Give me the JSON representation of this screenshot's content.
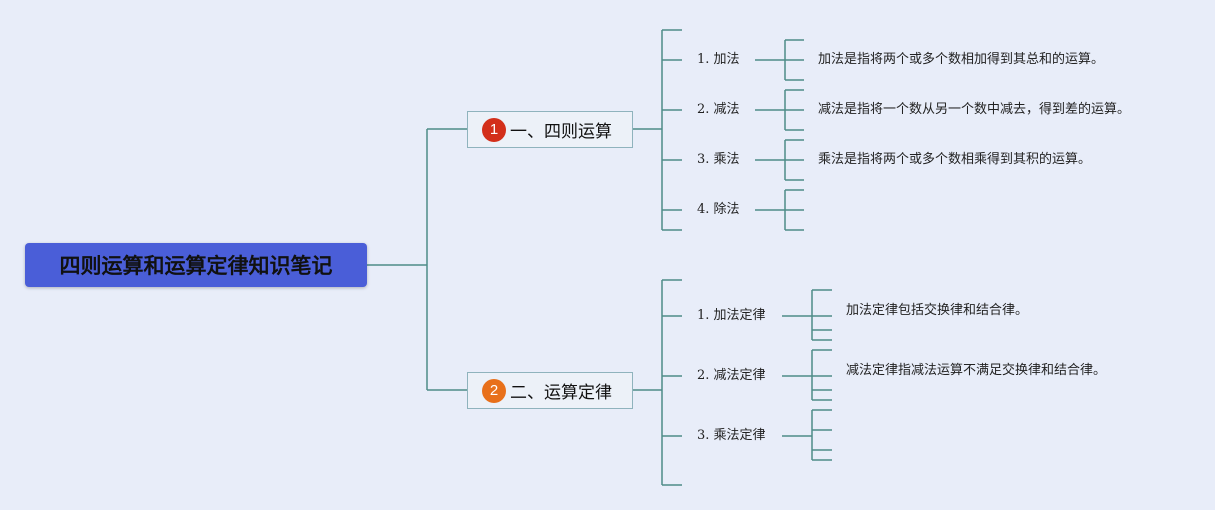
{
  "root": {
    "label": "四则运算和运算定律知识笔记"
  },
  "colors": {
    "root_fill": "#4a5ed8",
    "line": "#4e8c88",
    "badge_1": "#d32f1a",
    "badge_2": "#e8701a"
  },
  "branches": [
    {
      "badge": "1",
      "label": "一、四则运算",
      "items": [
        {
          "label": "1. 加法",
          "desc": "加法是指将两个或多个数相加得到其总和的运算。"
        },
        {
          "label": "2. 减法",
          "desc": "减法是指将一个数从另一个数中减去，得到差的运算。"
        },
        {
          "label": "3. 乘法",
          "desc": "乘法是指将两个或多个数相乘得到其积的运算。"
        },
        {
          "label": "4. 除法",
          "desc": ""
        }
      ]
    },
    {
      "badge": "2",
      "label": "二、运算定律",
      "items": [
        {
          "label": "1. 加法定律",
          "desc": "加法定律包括交换律和结合律。"
        },
        {
          "label": "2. 减法定律",
          "desc": "减法定律指减法运算不满足交换律和结合律。"
        },
        {
          "label": "3. 乘法定律",
          "desc": ""
        }
      ]
    }
  ]
}
